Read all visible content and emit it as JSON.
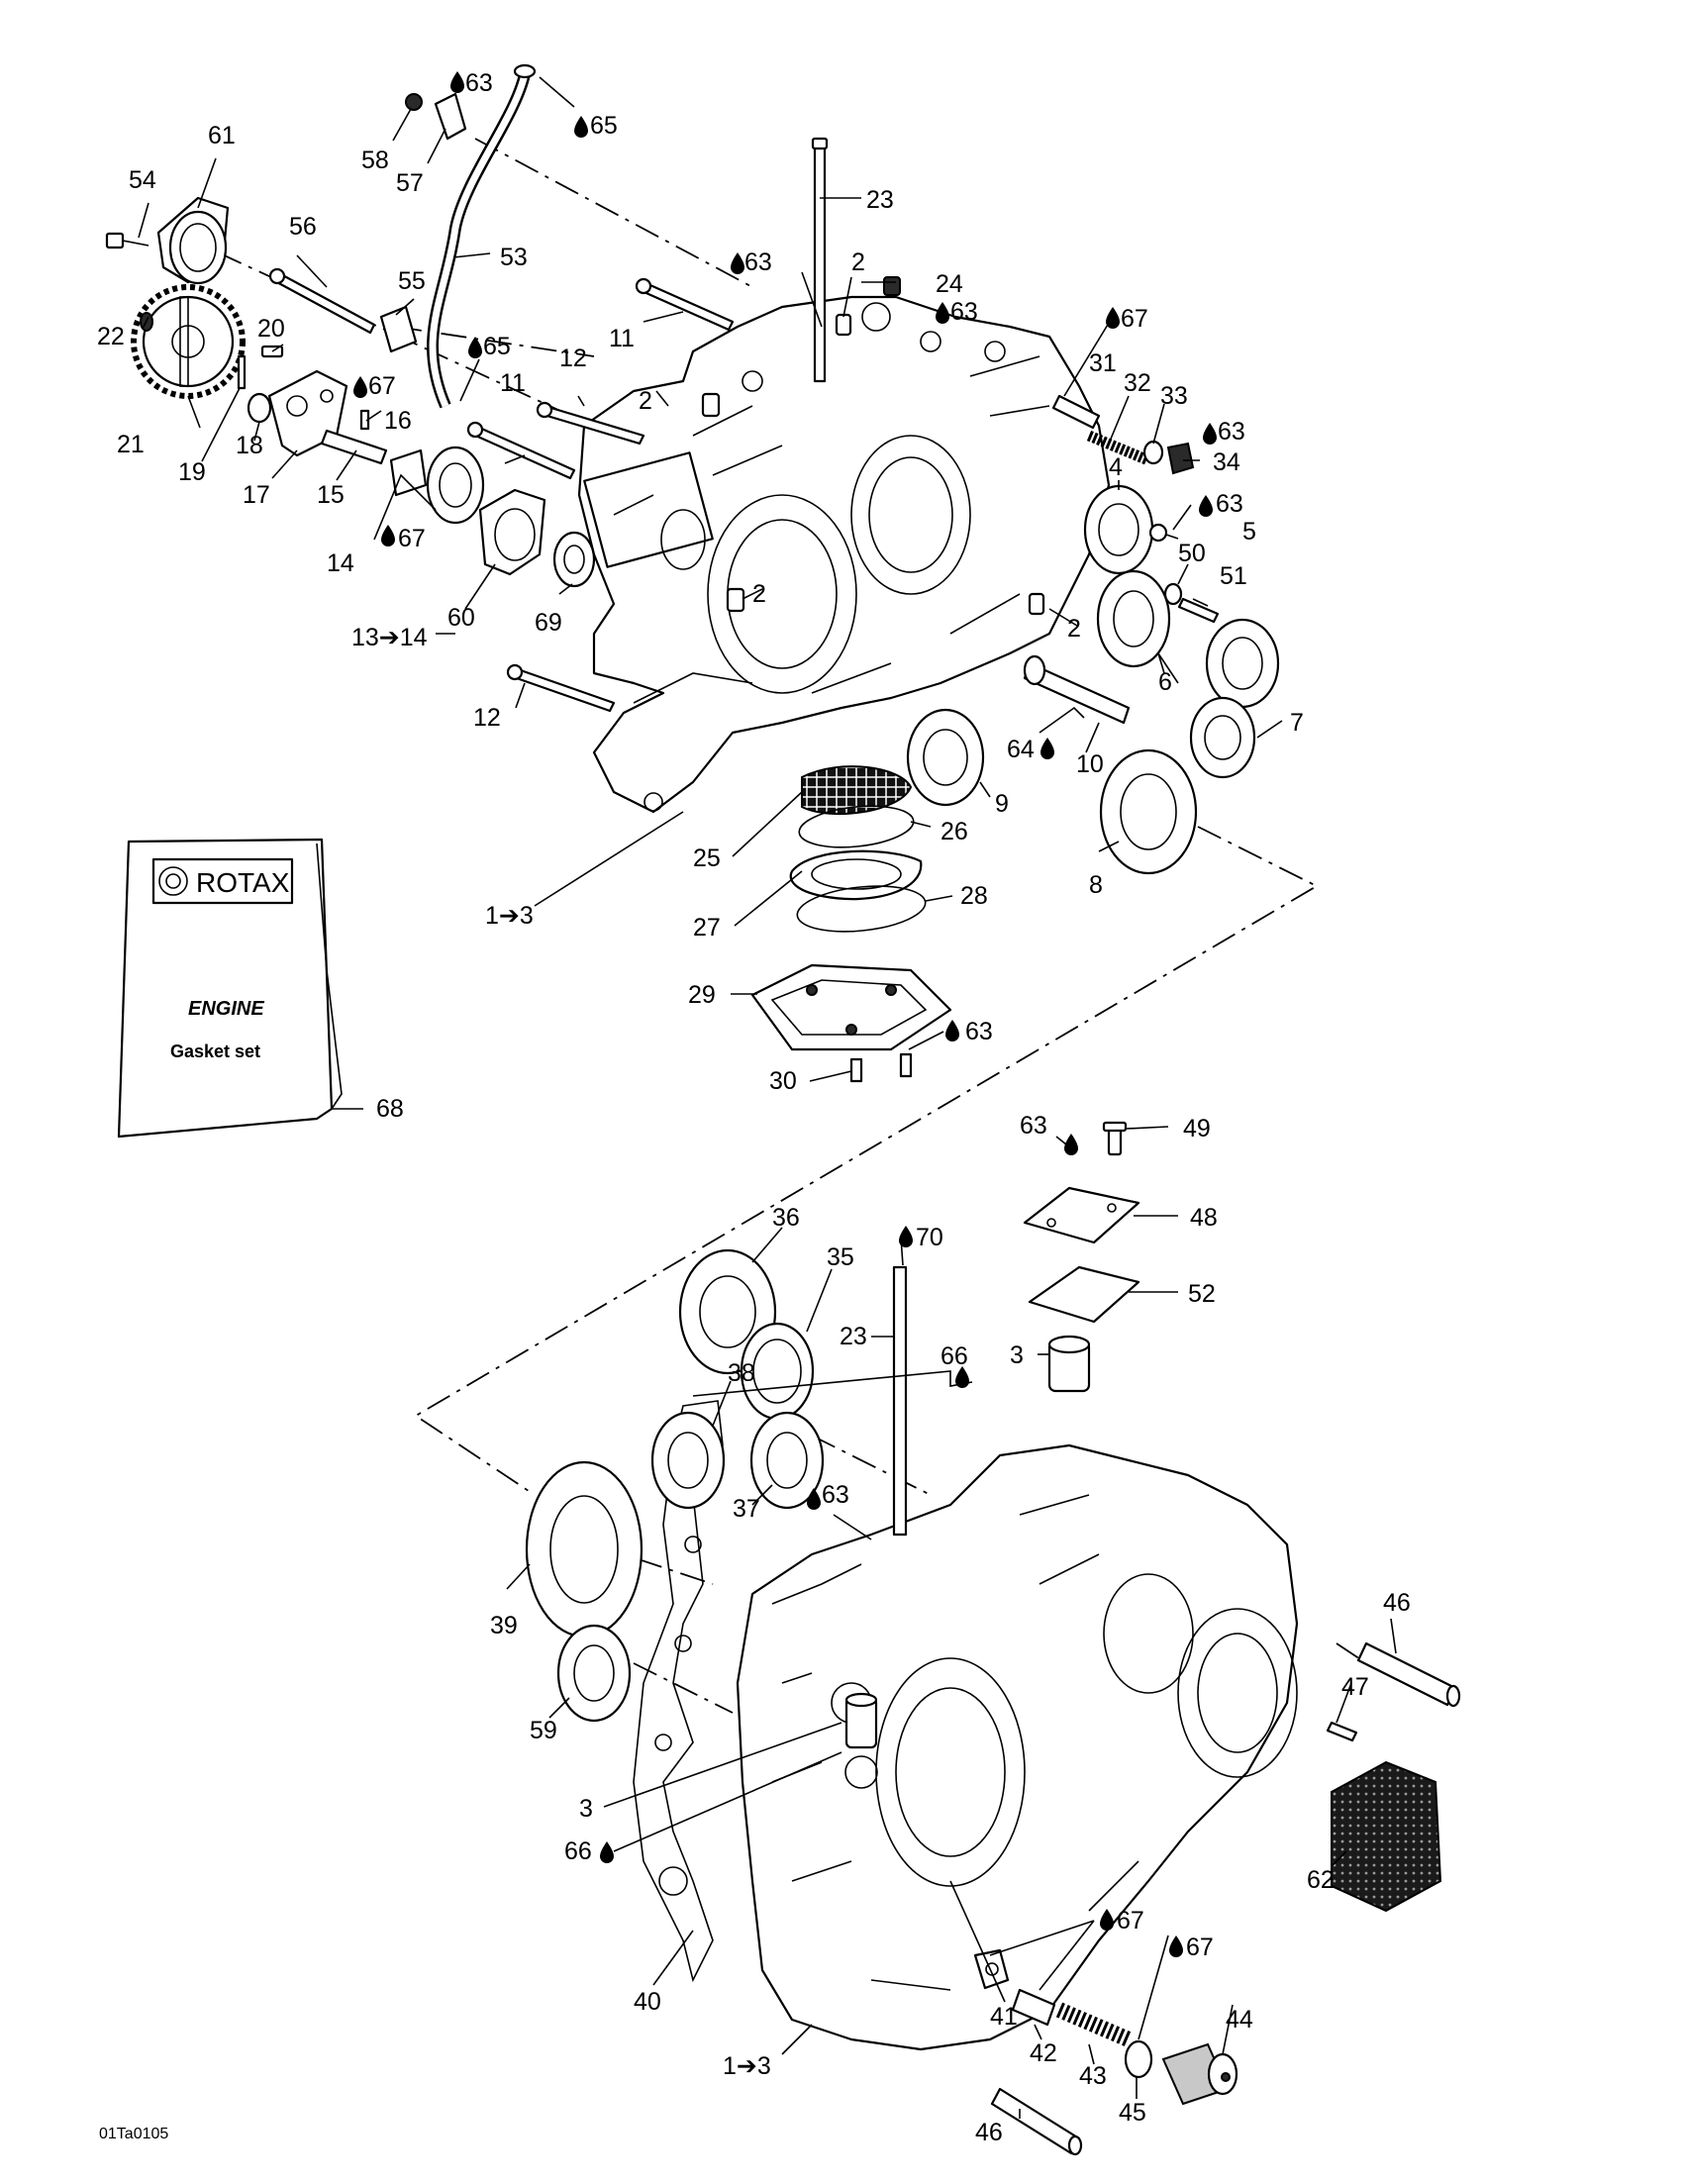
{
  "booklet": {
    "brand": "ROTAX",
    "line1": "ENGINE",
    "line2": "Gasket set"
  },
  "reference_code": "01Ta0105",
  "callouts": [
    {
      "id": "c61",
      "text": "61"
    },
    {
      "id": "c54",
      "text": "54"
    },
    {
      "id": "c58",
      "text": "58"
    },
    {
      "id": "c63a",
      "text": "63"
    },
    {
      "id": "c57",
      "text": "57"
    },
    {
      "id": "c65a",
      "text": "65"
    },
    {
      "id": "c56",
      "text": "56"
    },
    {
      "id": "c53",
      "text": "53"
    },
    {
      "id": "c23a",
      "text": "23"
    },
    {
      "id": "c63b",
      "text": "63"
    },
    {
      "id": "c2a",
      "text": "2"
    },
    {
      "id": "c24",
      "text": "24"
    },
    {
      "id": "c63c",
      "text": "63"
    },
    {
      "id": "c55",
      "text": "55"
    },
    {
      "id": "c22",
      "text": "22"
    },
    {
      "id": "c20",
      "text": "20"
    },
    {
      "id": "c11a",
      "text": "11"
    },
    {
      "id": "c65b",
      "text": "65"
    },
    {
      "id": "c12a",
      "text": "12"
    },
    {
      "id": "c67a",
      "text": "67"
    },
    {
      "id": "c31",
      "text": "31"
    },
    {
      "id": "c32",
      "text": "32"
    },
    {
      "id": "c33",
      "text": "33"
    },
    {
      "id": "c63d",
      "text": "63"
    },
    {
      "id": "c34",
      "text": "34"
    },
    {
      "id": "c67b",
      "text": "67"
    },
    {
      "id": "c16",
      "text": "16"
    },
    {
      "id": "c11b",
      "text": "11"
    },
    {
      "id": "c2b",
      "text": "2"
    },
    {
      "id": "c21",
      "text": "21"
    },
    {
      "id": "c18",
      "text": "18"
    },
    {
      "id": "c19",
      "text": "19"
    },
    {
      "id": "c17",
      "text": "17"
    },
    {
      "id": "c15",
      "text": "15"
    },
    {
      "id": "c4",
      "text": "4"
    },
    {
      "id": "c63e",
      "text": "63"
    },
    {
      "id": "c5",
      "text": "5"
    },
    {
      "id": "c67c",
      "text": "67"
    },
    {
      "id": "c14",
      "text": "14"
    },
    {
      "id": "c60",
      "text": "60"
    },
    {
      "id": "c69",
      "text": "69"
    },
    {
      "id": "c50",
      "text": "50"
    },
    {
      "id": "c51",
      "text": "51"
    },
    {
      "id": "c2c",
      "text": "2"
    },
    {
      "id": "c13",
      "text": "13➔14"
    },
    {
      "id": "c2d",
      "text": "2"
    },
    {
      "id": "c6",
      "text": "6"
    },
    {
      "id": "c12b",
      "text": "12"
    },
    {
      "id": "c7",
      "text": "7"
    },
    {
      "id": "c64",
      "text": "64"
    },
    {
      "id": "c10",
      "text": "10"
    },
    {
      "id": "c9",
      "text": "9"
    },
    {
      "id": "c26",
      "text": "26"
    },
    {
      "id": "c25",
      "text": "25"
    },
    {
      "id": "c8",
      "text": "8"
    },
    {
      "id": "c1a",
      "text": "1➔3"
    },
    {
      "id": "c27",
      "text": "27"
    },
    {
      "id": "c28",
      "text": "28"
    },
    {
      "id": "c29",
      "text": "29"
    },
    {
      "id": "c63f",
      "text": "63"
    },
    {
      "id": "c30",
      "text": "30"
    },
    {
      "id": "c68",
      "text": "68"
    },
    {
      "id": "c63g",
      "text": "63"
    },
    {
      "id": "c49",
      "text": "49"
    },
    {
      "id": "c48",
      "text": "48"
    },
    {
      "id": "c36",
      "text": "36"
    },
    {
      "id": "c70",
      "text": "70"
    },
    {
      "id": "c35",
      "text": "35"
    },
    {
      "id": "c52",
      "text": "52"
    },
    {
      "id": "c23b",
      "text": "23"
    },
    {
      "id": "c66a",
      "text": "66"
    },
    {
      "id": "c3a",
      "text": "3"
    },
    {
      "id": "c38",
      "text": "38"
    },
    {
      "id": "c37",
      "text": "37"
    },
    {
      "id": "c63h",
      "text": "63"
    },
    {
      "id": "c39",
      "text": "39"
    },
    {
      "id": "c46a",
      "text": "46"
    },
    {
      "id": "c47",
      "text": "47"
    },
    {
      "id": "c59",
      "text": "59"
    },
    {
      "id": "c3b",
      "text": "3"
    },
    {
      "id": "c66b",
      "text": "66"
    },
    {
      "id": "c62",
      "text": "62"
    },
    {
      "id": "c67d",
      "text": "67"
    },
    {
      "id": "c67e",
      "text": "67"
    },
    {
      "id": "c40",
      "text": "40"
    },
    {
      "id": "c41",
      "text": "41"
    },
    {
      "id": "c42",
      "text": "42"
    },
    {
      "id": "c44",
      "text": "44"
    },
    {
      "id": "c43",
      "text": "43"
    },
    {
      "id": "c1b",
      "text": "1➔3"
    },
    {
      "id": "c45",
      "text": "45"
    },
    {
      "id": "c46b",
      "text": "46"
    }
  ]
}
